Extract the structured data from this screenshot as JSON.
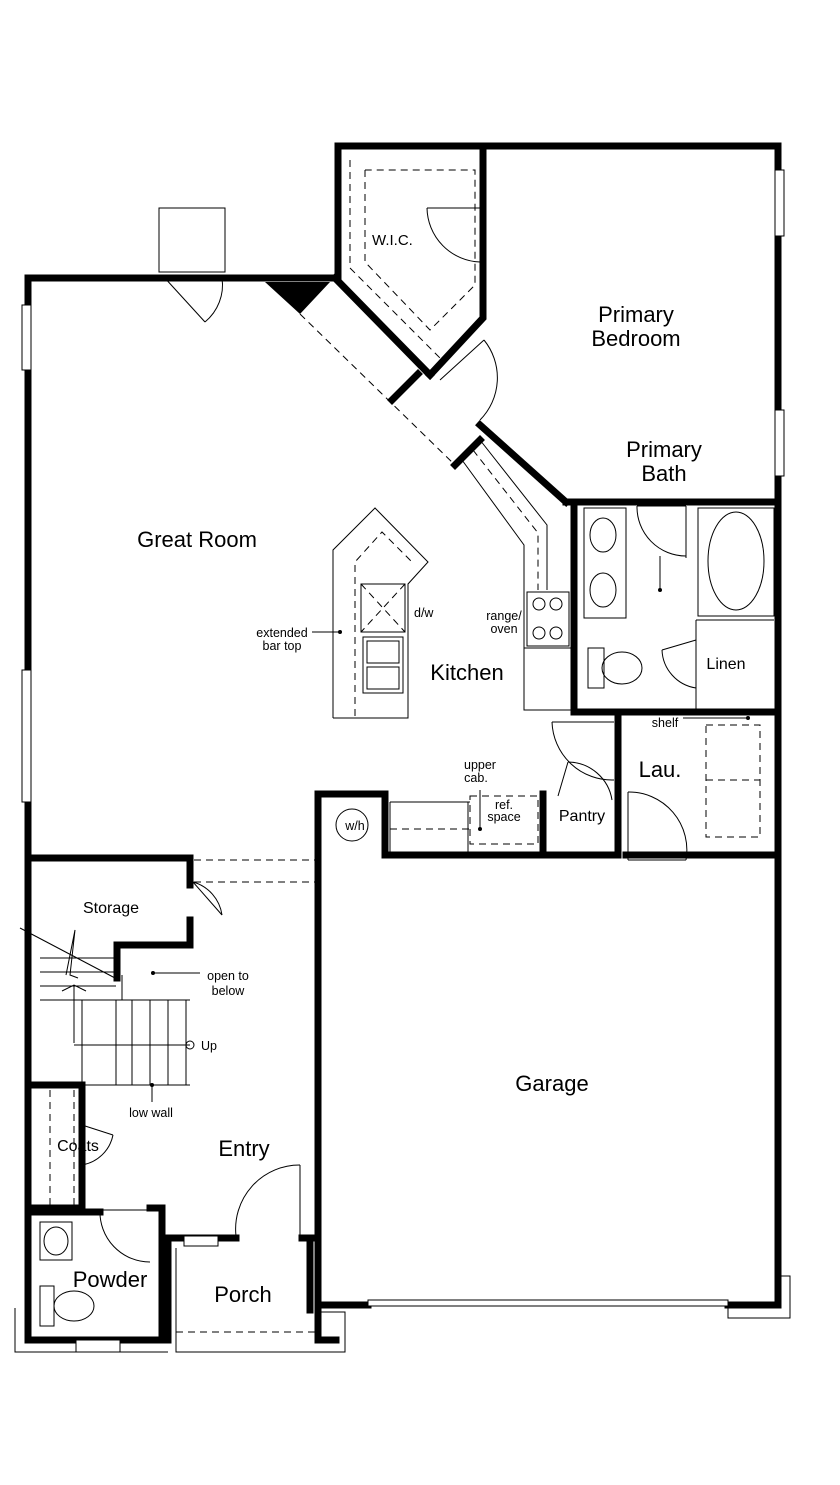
{
  "rooms": {
    "wic": "W.I.C.",
    "primary_bedroom": [
      "Primary",
      "Bedroom"
    ],
    "primary_bath": [
      "Primary",
      "Bath"
    ],
    "great_room": "Great Room",
    "kitchen": "Kitchen",
    "linen": "Linen",
    "laundry": "Lau.",
    "pantry": "Pantry",
    "storage": "Storage",
    "garage": "Garage",
    "entry": "Entry",
    "coats": "Coats",
    "powder": "Powder",
    "porch": "Porch"
  },
  "notes": {
    "extended_bar_top": [
      "extended",
      "bar top"
    ],
    "dw": "d/w",
    "range_oven": [
      "range/",
      "oven"
    ],
    "shelf": "shelf",
    "upper_cab": [
      "upper",
      "cab."
    ],
    "ref_space": [
      "ref.",
      "space"
    ],
    "water_heater": "w/h",
    "open_to_below": [
      "open to",
      "below"
    ],
    "up": "Up",
    "low_wall": "low wall"
  }
}
